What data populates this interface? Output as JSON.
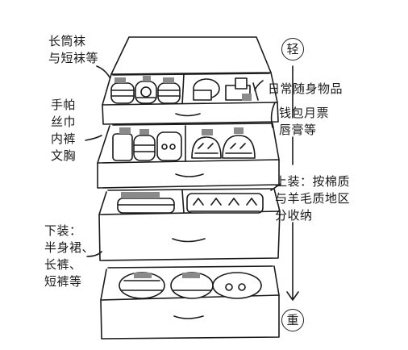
{
  "labels": {
    "top_left": [
      "长筒袜",
      "与短袜等"
    ],
    "second_left": [
      "手帕",
      "丝巾",
      "内裤",
      "文胸"
    ],
    "bottom_left": [
      "下装：",
      "半身裙、",
      "长裤、",
      "短裤等"
    ],
    "top_right": [
      "日常随身物品"
    ],
    "top_right_paren": [
      "钱包月票",
      "唇膏等"
    ],
    "mid_right": [
      "上装：按棉质",
      "与羊毛质地区",
      "分收纳"
    ]
  },
  "scale": {
    "top": "轻",
    "bottom": "重"
  },
  "colors": {
    "ink": "#1a1a1a",
    "shade": "#8a8a8a",
    "paper": "#ffffff"
  }
}
